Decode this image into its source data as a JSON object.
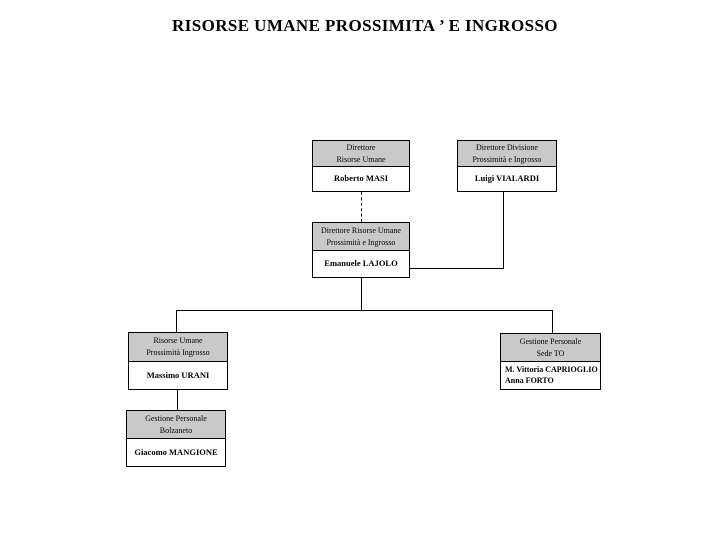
{
  "title": "RISORSE UMANE PROSSIMITA ’ E INGROSSO",
  "colors": {
    "header_fill": "#c9c9c9",
    "body_fill": "#ffffff",
    "border": "#000000",
    "connector": "#000000"
  },
  "org_chart": {
    "nodes": {
      "masi": {
        "role": "Direttore\nRisorse Umane",
        "name": "Roberto MASI"
      },
      "vialardi": {
        "role": "Direttore Divisione\nProssimità e Ingrosso",
        "name": "Luigi VIALARDI"
      },
      "lajolo": {
        "role": "Direttore  Risorse Umane\nProssimità e Ingrosso",
        "name": "Emanuele LAJOLO"
      },
      "urani": {
        "role": "Risorse Umane\nProssimità Ingrosso",
        "name": "Massimo URANI"
      },
      "sede_to": {
        "role": "Gestione Personale\nSede TO",
        "name": "M. Vittoria CAPRIOGLIO\nAnna FORTO"
      },
      "mangione": {
        "role": "Gestione Personale\nBolzaneto",
        "name": "Giacomo MANGIONE"
      }
    },
    "edges": [
      {
        "from": "masi",
        "to": "lajolo",
        "style": "dashed"
      },
      {
        "from": "vialardi",
        "to": "lajolo",
        "style": "solid"
      },
      {
        "from": "lajolo",
        "to": "urani",
        "style": "solid"
      },
      {
        "from": "lajolo",
        "to": "sede_to",
        "style": "solid"
      },
      {
        "from": "urani",
        "to": "mangione",
        "style": "solid"
      }
    ]
  }
}
